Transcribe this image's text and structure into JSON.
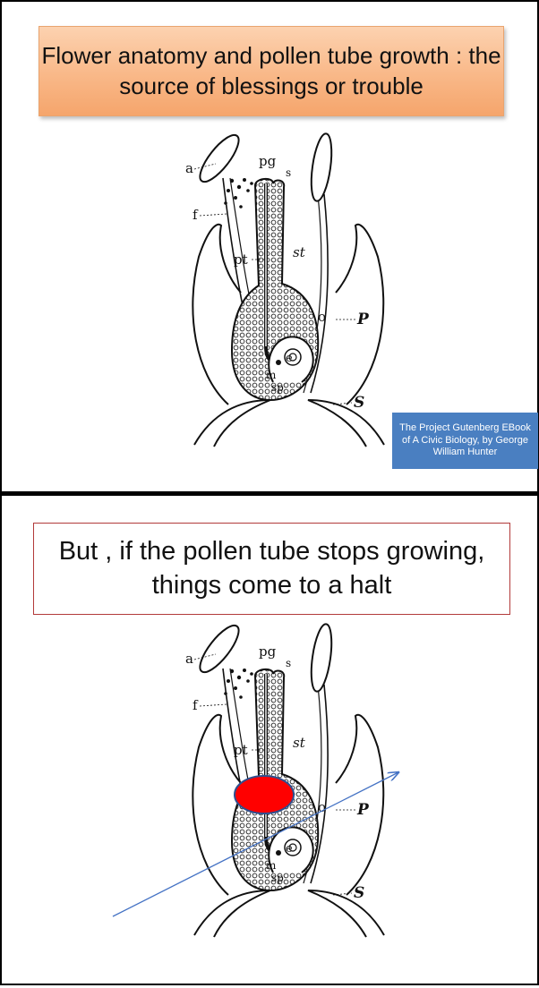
{
  "top_panel": {
    "title": "Flower anatomy and pollen tube growth : the source of blessings or trouble",
    "credit": "The Project Gutenberg EBook of A Civic Biology, by George William Hunter"
  },
  "bottom_panel": {
    "title": "But , if the pollen tube stops growing, things come to a halt"
  },
  "diagram_labels": {
    "a": "a",
    "pg": "pg",
    "s_small": "s",
    "f": "f",
    "pt": "pt",
    "st": "st",
    "o": "o",
    "P": "P",
    "e": "e",
    "m": "m",
    "sp": "sp",
    "S": "S"
  },
  "colors": {
    "title_top_fill": "#f9b888",
    "title_bottom_border": "#b23a3a",
    "credit_fill": "#4a7fc1",
    "blockage": "#ff0000",
    "arrow": "#4472c4"
  }
}
